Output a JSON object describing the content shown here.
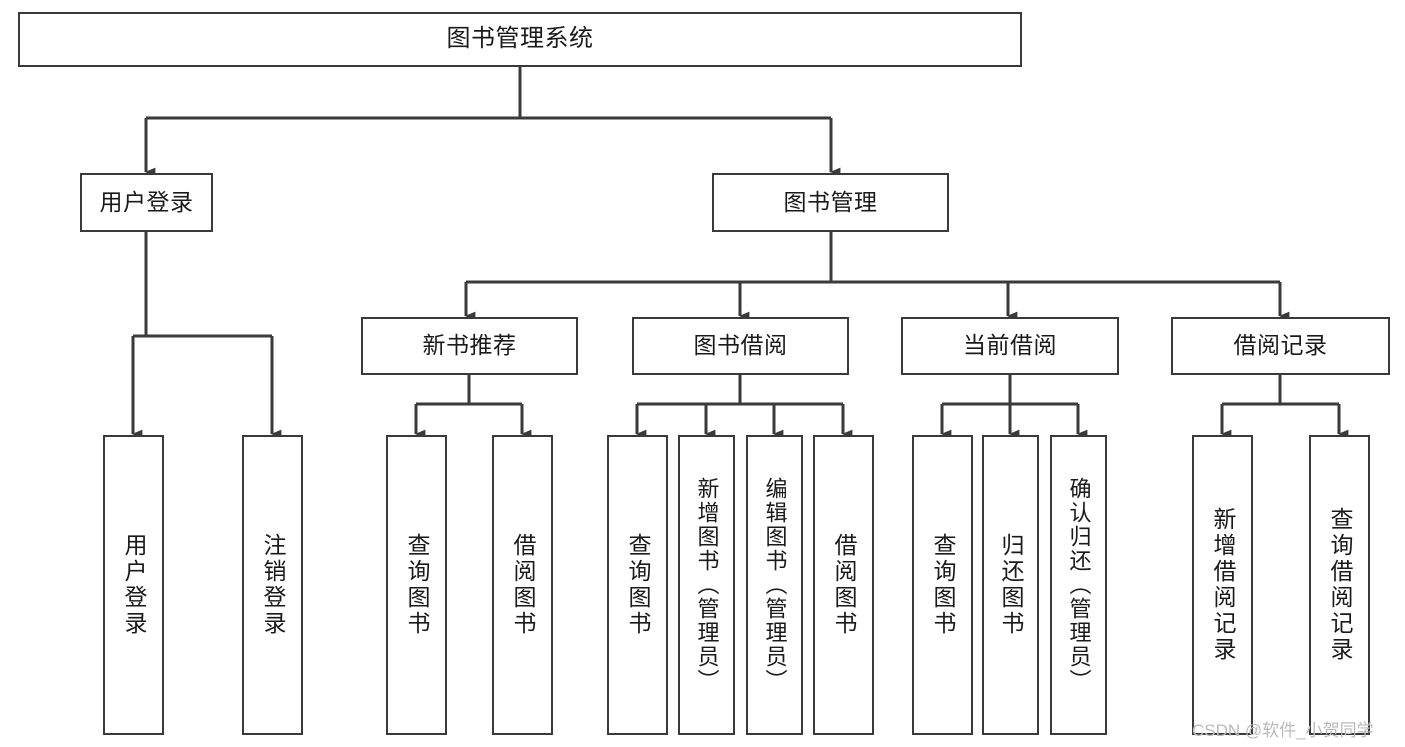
{
  "diagram": {
    "title": "图书管理系统",
    "type": "tree",
    "root": {
      "label": "图书管理系统"
    },
    "level2": [
      {
        "label": "用户登录"
      },
      {
        "label": "图书管理"
      }
    ],
    "level3": [
      {
        "label": "新书推荐"
      },
      {
        "label": "图书借阅"
      },
      {
        "label": "当前借阅"
      },
      {
        "label": "借阅记录"
      }
    ],
    "leaves": [
      {
        "label": "用户登录",
        "parent": "用户登录"
      },
      {
        "label": "注销登录",
        "parent": "用户登录"
      },
      {
        "label": "查询图书",
        "parent": "新书推荐"
      },
      {
        "label": "借阅图书",
        "parent": "新书推荐"
      },
      {
        "label": "查询图书",
        "parent": "图书借阅"
      },
      {
        "label": "新增图书（管理员）",
        "parent": "图书借阅"
      },
      {
        "label": "编辑图书（管理员）",
        "parent": "图书借阅"
      },
      {
        "label": "借阅图书",
        "parent": "图书借阅"
      },
      {
        "label": "查询图书",
        "parent": "当前借阅"
      },
      {
        "label": "归还图书",
        "parent": "当前借阅"
      },
      {
        "label": "确认归还（管理员）",
        "parent": "当前借阅"
      },
      {
        "label": "新增借阅记录",
        "parent": "借阅记录"
      },
      {
        "label": "查询借阅记录",
        "parent": "借阅记录"
      }
    ]
  },
  "watermark": {
    "text": "CSDN @软件_小贺同学"
  },
  "colors": {
    "stroke": "#3a3a3a",
    "background": "#ffffff",
    "text": "#1a1a1a",
    "watermark": "#b9b9b9"
  }
}
